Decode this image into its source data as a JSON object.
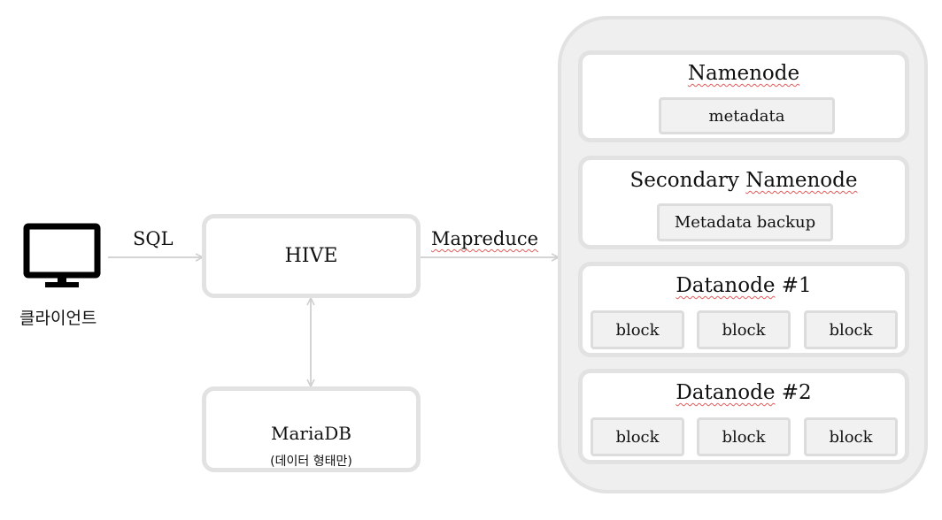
{
  "client": {
    "label": "클라이언트",
    "icon": "monitor-icon"
  },
  "edges": {
    "client_to_hive": "SQL",
    "hive_to_cluster": "Mapreduce"
  },
  "hive": {
    "label": "HIVE"
  },
  "mariadb": {
    "label": "MariaDB",
    "sublabel": "(데이터 형태만)"
  },
  "cluster": {
    "namenode": {
      "title": "Namenode",
      "chip": "metadata"
    },
    "secondary": {
      "title_prefix": "Secondary ",
      "title_word": "Namenode",
      "chip": "Metadata backup"
    },
    "datanode1": {
      "title_word": "Datanode",
      "title_suffix": " #1",
      "blocks": [
        "block",
        "block",
        "block"
      ]
    },
    "datanode2": {
      "title_word": "Datanode",
      "title_suffix": " #2",
      "blocks": [
        "block",
        "block",
        "block"
      ]
    }
  },
  "colors": {
    "box_border": "#e2e2e2",
    "cluster_bg": "#efefef",
    "chip_bg": "#f1f1f1",
    "arrow": "#d4d4d4",
    "spell_underline": "#e25c5c"
  }
}
